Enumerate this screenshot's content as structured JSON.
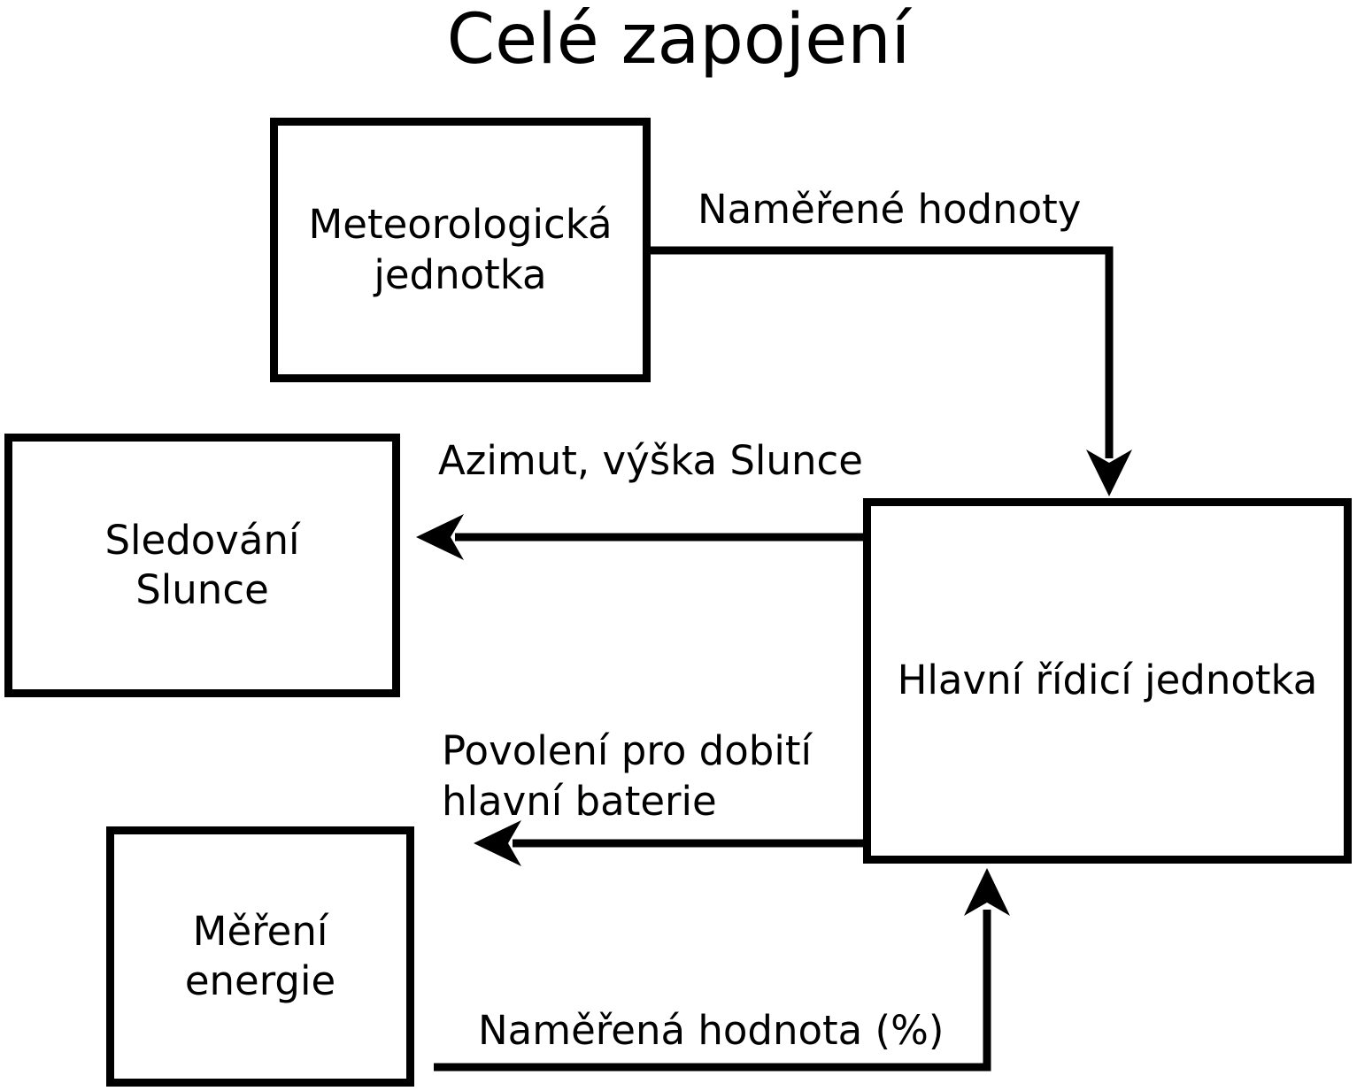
{
  "title": "Celé zapojení",
  "colors": {
    "ink": "#000000",
    "bg": "#ffffff"
  },
  "boxes": {
    "meteo": {
      "label": "Meteorologická\njednotka"
    },
    "sledovani": {
      "label": "Sledování\nSlunce"
    },
    "mereni": {
      "label": "Měření\nenergie"
    },
    "hlavni": {
      "label": "Hlavní řídicí jednotka"
    }
  },
  "edges": {
    "namerene_hodnoty": {
      "label": "Naměřené hodnoty",
      "from": "Meteorologická jednotka",
      "to": "Hlavní řídicí jednotka"
    },
    "azimut": {
      "label": "Azimut, výška Slunce",
      "from": "Hlavní řídicí jednotka",
      "to": "Sledování Slunce"
    },
    "povoleni": {
      "label": "Povolení pro dobití\nhlavní baterie",
      "from": "Hlavní řídicí jednotka",
      "to": null
    },
    "namerena_hodnota": {
      "label": "Naměřená hodnota (%)",
      "from": "Měření energie",
      "to": "Hlavní řídicí jednotka"
    }
  }
}
